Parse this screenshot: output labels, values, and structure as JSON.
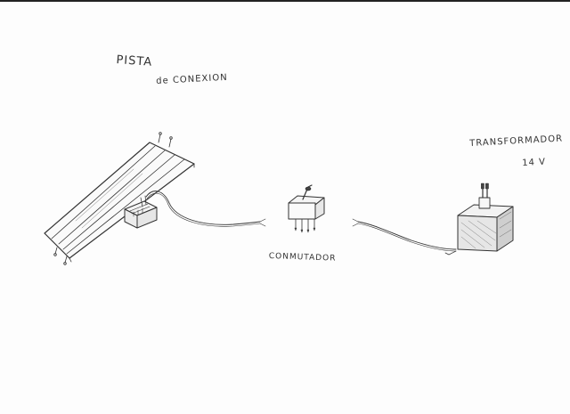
{
  "labels": {
    "track_line1": "PISTA",
    "track_line2": "de CONEXION",
    "switch": "CONMUTADOR",
    "transformer_line1": "TRANSFORMADOR",
    "transformer_line2": "14 V"
  },
  "colors": {
    "paper": "#fdfdfd",
    "ink": "#333333"
  }
}
